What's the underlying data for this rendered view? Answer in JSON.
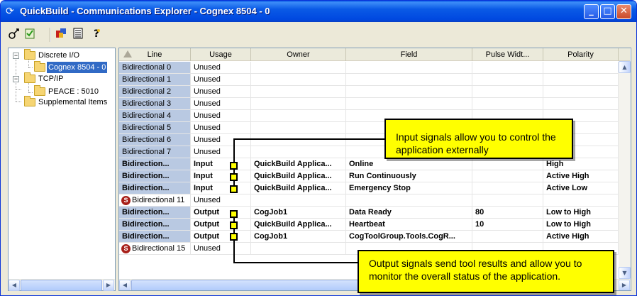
{
  "window": {
    "title": "QuickBuild - Communications Explorer - Cognex 8504 - 0",
    "minimize_label": "_",
    "maximize_label": "□",
    "close_label": "✕"
  },
  "toolbar": {
    "icons": [
      "connect-icon",
      "validate-icon",
      "device-icon",
      "list-icon",
      "help-icon"
    ]
  },
  "tree": {
    "items": [
      {
        "label": "Discrete I/O",
        "expander": "−"
      },
      {
        "label": "Cognex 8504 - 0"
      },
      {
        "label": "TCP/IP",
        "expander": "−"
      },
      {
        "label": "PEACE : 5010"
      },
      {
        "label": "Supplemental Items"
      }
    ]
  },
  "grid": {
    "columns": [
      "Line",
      "Usage",
      "Owner",
      "Field",
      "Pulse Widt...",
      "Polarity"
    ],
    "rows": [
      {
        "line": "Bidirectional 0",
        "usage": "Unused",
        "owner": "",
        "field": "",
        "pulse": "",
        "polarity": ""
      },
      {
        "line": "Bidirectional 1",
        "usage": "Unused",
        "owner": "",
        "field": "",
        "pulse": "",
        "polarity": ""
      },
      {
        "line": "Bidirectional 2",
        "usage": "Unused",
        "owner": "",
        "field": "",
        "pulse": "",
        "polarity": ""
      },
      {
        "line": "Bidirectional 3",
        "usage": "Unused",
        "owner": "",
        "field": "",
        "pulse": "",
        "polarity": ""
      },
      {
        "line": "Bidirectional 4",
        "usage": "Unused",
        "owner": "",
        "field": "",
        "pulse": "",
        "polarity": ""
      },
      {
        "line": "Bidirectional 5",
        "usage": "Unused",
        "owner": "",
        "field": "",
        "pulse": "",
        "polarity": ""
      },
      {
        "line": "Bidirectional 6",
        "usage": "Unused",
        "owner": "",
        "field": "",
        "pulse": "",
        "polarity": ""
      },
      {
        "line": "Bidirectional 7",
        "usage": "Unused",
        "owner": "",
        "field": "",
        "pulse": "",
        "polarity": ""
      },
      {
        "line": "Bidirection...",
        "usage": "Input",
        "owner": "QuickBuild Applica...",
        "field": "Online",
        "pulse": "",
        "polarity": "High"
      },
      {
        "line": "Bidirection...",
        "usage": "Input",
        "owner": "QuickBuild Applica...",
        "field": "Run Continuously",
        "pulse": "",
        "polarity": "Active High"
      },
      {
        "line": "Bidirection...",
        "usage": "Input",
        "owner": "QuickBuild Applica...",
        "field": "Emergency Stop",
        "pulse": "",
        "polarity": "Active Low"
      },
      {
        "line": "Bidirectional 11",
        "usage": "Unused",
        "owner": "",
        "field": "",
        "pulse": "",
        "polarity": "",
        "icon": "S"
      },
      {
        "line": "Bidirection...",
        "usage": "Output",
        "owner": "CogJob1",
        "field": "Data Ready",
        "pulse": "80",
        "polarity": "Low to High"
      },
      {
        "line": "Bidirection...",
        "usage": "Output",
        "owner": "QuickBuild Applica...",
        "field": "Heartbeat",
        "pulse": "10",
        "polarity": "Low to High"
      },
      {
        "line": "Bidirection...",
        "usage": "Output",
        "owner": "CogJob1",
        "field": "CogToolGroup.Tools.CogR...",
        "pulse": "",
        "polarity": "Active High"
      },
      {
        "line": "Bidirectional 15",
        "usage": "Unused",
        "owner": "",
        "field": "",
        "pulse": "",
        "polarity": "",
        "icon": "S"
      }
    ]
  },
  "callouts": {
    "input": "Input signals allow you to control the application externally",
    "output": "Output signals send tool results and allow you to monitor the overall status of the application."
  },
  "colors": {
    "titlebar": "#0a5ae6",
    "line_cell": "#b9c9e2",
    "callout": "#ffff00",
    "selection": "#316ac5"
  }
}
